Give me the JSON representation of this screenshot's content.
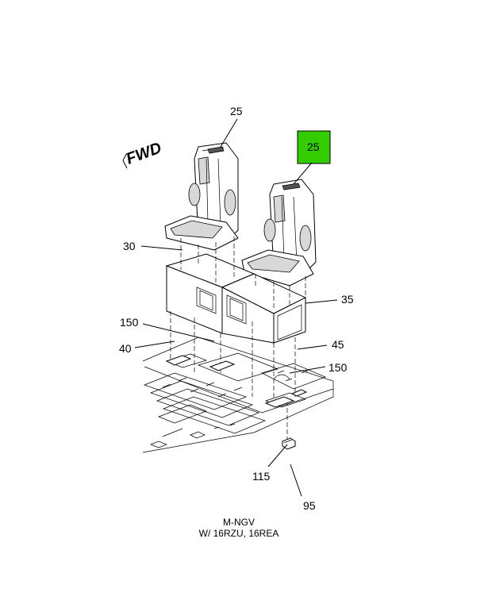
{
  "orientation_label": "FWD",
  "highlight_color": "#33cc00",
  "callouts": {
    "seat_left": "25",
    "seat_right_highlighted": "25",
    "riser_left": "30",
    "riser_right": "35",
    "bracket_left_a": "150",
    "bracket_left_b": "40",
    "bracket_right_a": "45",
    "bracket_right_b": "150",
    "clip": "115",
    "fastener": "95"
  },
  "caption": {
    "line1": "M-NGV",
    "line2": "W/ 16RZU, 16REA"
  }
}
